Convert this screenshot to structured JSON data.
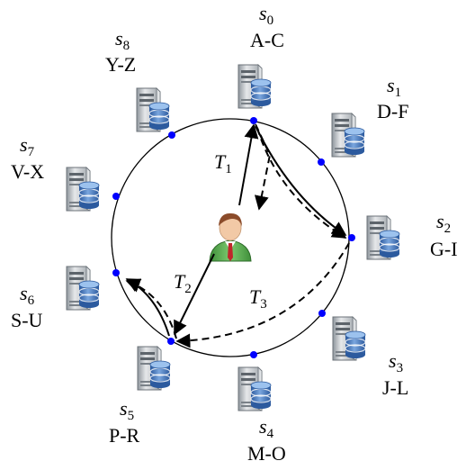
{
  "servers": [
    {
      "name": "s",
      "index": "0",
      "range": "A-C"
    },
    {
      "name": "s",
      "index": "1",
      "range": "D-F"
    },
    {
      "name": "s",
      "index": "2",
      "range": "G-I"
    },
    {
      "name": "s",
      "index": "3",
      "range": "J-L"
    },
    {
      "name": "s",
      "index": "4",
      "range": "M-O"
    },
    {
      "name": "s",
      "index": "5",
      "range": "P-R"
    },
    {
      "name": "s",
      "index": "6",
      "range": "S-U"
    },
    {
      "name": "s",
      "index": "7",
      "range": "V-X"
    },
    {
      "name": "s",
      "index": "8",
      "range": "Y-Z"
    }
  ],
  "transactions": [
    {
      "name": "T",
      "index": "1"
    },
    {
      "name": "T",
      "index": "2"
    },
    {
      "name": "T",
      "index": "3"
    }
  ],
  "colors": {
    "ring": "#000000",
    "node": "#0000ff",
    "arrow": "#000000",
    "db": "#4a78c0",
    "server": "#bfc4c9"
  },
  "icons": {
    "server": "server-database-icon",
    "user": "user-icon"
  }
}
